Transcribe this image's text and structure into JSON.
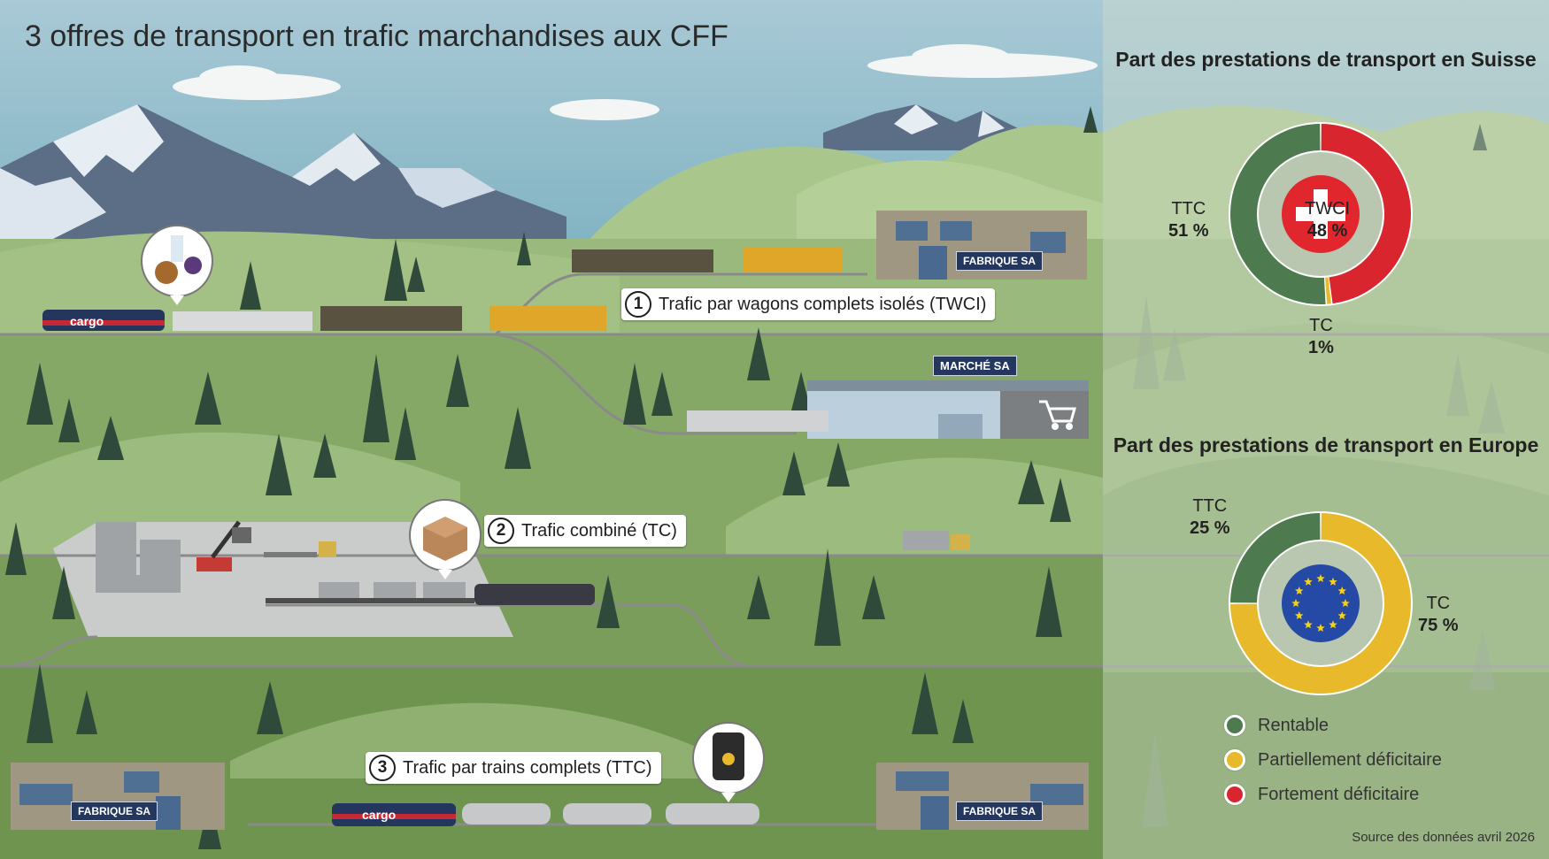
{
  "title": "3 offres de transport en trafic marchandises aux CFF",
  "routes": [
    {
      "number": "1",
      "label": "Trafic par wagons complets isolés (TWCI)"
    },
    {
      "number": "2",
      "label": "Trafic combiné (TC)"
    },
    {
      "number": "3",
      "label": "Trafic par trains complets (TTC)"
    }
  ],
  "signs": {
    "factory": "FABRIQUE SA",
    "market": "MARCHÉ SA",
    "loco": "cargo"
  },
  "chart_data": [
    {
      "type": "pie",
      "title": "Part des prestations de transport en Suisse",
      "categories": [
        "TWCI",
        "TC",
        "TTC"
      ],
      "values": [
        48,
        1,
        51
      ],
      "value_labels": [
        "48 %",
        "1%",
        "51 %"
      ],
      "colors": [
        "#d9262e",
        "#e8b92a",
        "#4d7a4f"
      ],
      "center_icon": "swiss-cross-icon"
    },
    {
      "type": "pie",
      "title": "Part des prestations de transport en Europe",
      "categories": [
        "TC",
        "TTC"
      ],
      "values": [
        75,
        25
      ],
      "value_labels": [
        "75 %",
        "25 %"
      ],
      "colors": [
        "#e8b92a",
        "#4d7a4f"
      ],
      "center_icon": "eu-flag-icon"
    }
  ],
  "legend": [
    {
      "label": "Rentable",
      "color": "#4d7a4f"
    },
    {
      "label": "Partiellement déficitaire",
      "color": "#e8b92a"
    },
    {
      "label": "Fortement déficitaire",
      "color": "#d9262e"
    }
  ],
  "source": "Source des données avril 2026"
}
